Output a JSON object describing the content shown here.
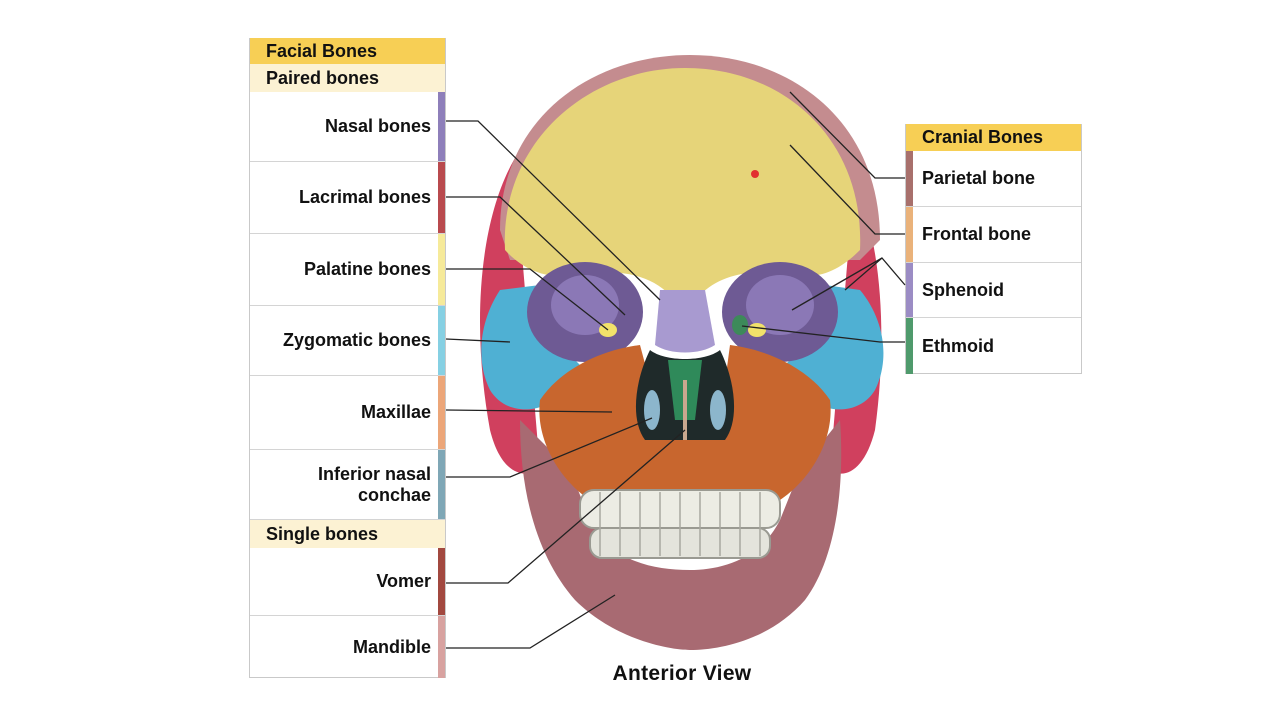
{
  "facial": {
    "title": "Facial Bones",
    "paired_title": "Paired bones",
    "single_title": "Single bones",
    "paired": [
      {
        "label": "Nasal bones",
        "color": "#8e7fba"
      },
      {
        "label": "Lacrimal bones",
        "color": "#b94a4e"
      },
      {
        "label": "Palatine bones",
        "color": "#f6ea9a"
      },
      {
        "label": "Zygomatic bones",
        "color": "#86d0e3"
      },
      {
        "label": "Maxillae",
        "color": "#eca679"
      },
      {
        "label": "Inferior nasal conchae",
        "color": "#7fa7b6"
      }
    ],
    "single": [
      {
        "label": "Vomer",
        "color": "#a2483f"
      },
      {
        "label": "Mandible",
        "color": "#d8a2a0"
      }
    ]
  },
  "cranial": {
    "title": "Cranial Bones",
    "items": [
      {
        "label": "Parietal bone",
        "color": "#a8706c"
      },
      {
        "label": "Frontal bone",
        "color": "#eab27a"
      },
      {
        "label": "Sphenoid",
        "color": "#9b8cc4"
      },
      {
        "label": "Ethmoid",
        "color": "#4f9a6c"
      }
    ]
  },
  "caption": "Anterior View",
  "colors": {
    "header_yellow": "#f7cf55",
    "subheader_cream": "#fcf2d3",
    "frontal_bone": "#e6d479",
    "parietal_bone": "#c97c80",
    "sphenoid_bone": "#7d64a8",
    "zygomatic_bone": "#4fb0d3",
    "maxilla_bone": "#c8662e",
    "mandible_bone": "#a86a72"
  }
}
